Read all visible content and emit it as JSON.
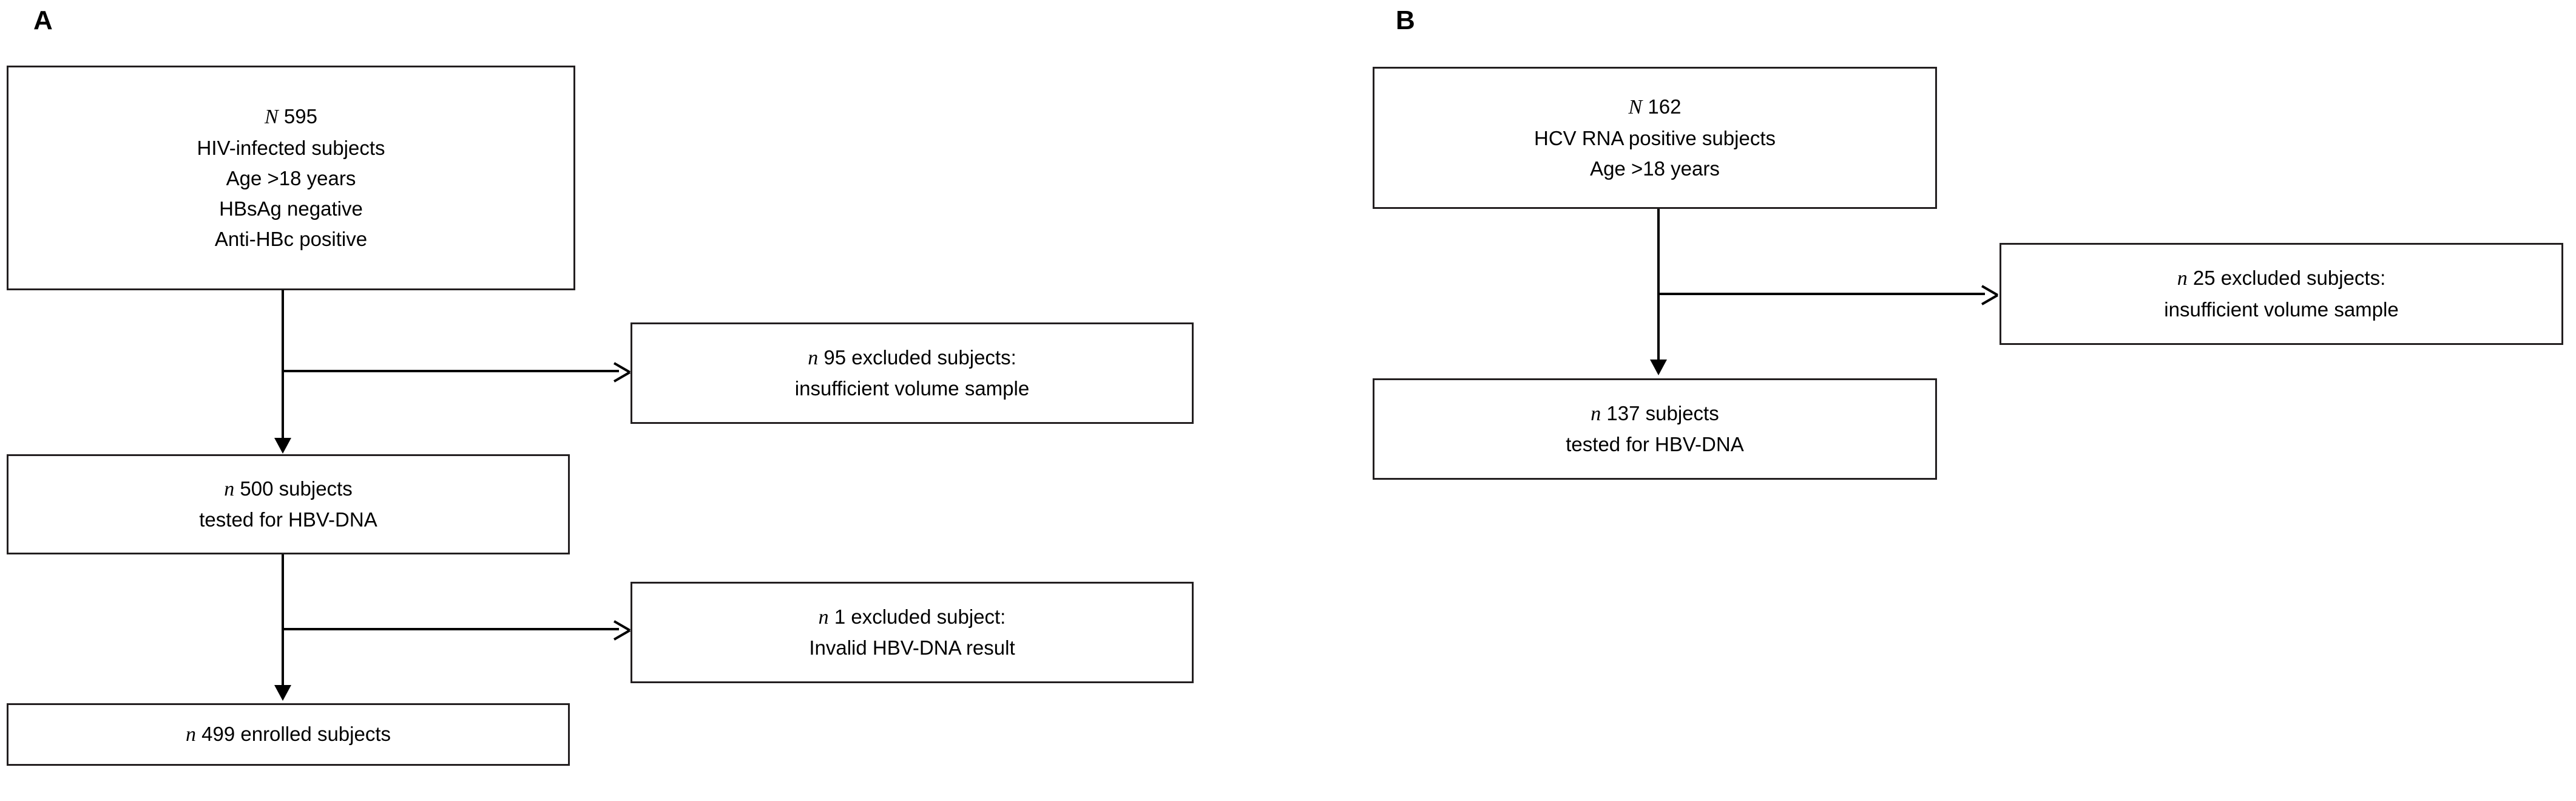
{
  "figure": {
    "type": "flowchart",
    "panels": [
      {
        "id": "A",
        "label": "A",
        "nodes": [
          {
            "id": "a-enrollment-criteria",
            "name": "enrollment-criteria-box",
            "lines": [
              {
                "italic": "N",
                "text": " 595"
              },
              {
                "italic": "",
                "text": "HIV-infected subjects"
              },
              {
                "italic": "",
                "text": "Age >18 years"
              },
              {
                "italic": "",
                "text": "HBsAg negative"
              },
              {
                "italic": "",
                "text": "Anti-HBc positive"
              }
            ]
          },
          {
            "id": "a-excluded-insufficient-volume",
            "name": "excluded-insufficient-volume-box",
            "lines": [
              {
                "italic": "n",
                "text": " 95 excluded subjects:"
              },
              {
                "italic": "",
                "text": "insufficient volume sample"
              }
            ]
          },
          {
            "id": "a-tested-hbv-dna",
            "name": "tested-for-hbv-dna-box",
            "lines": [
              {
                "italic": "n",
                "text": " 500 subjects"
              },
              {
                "italic": "",
                "text": "tested for HBV-DNA"
              }
            ]
          },
          {
            "id": "a-excluded-invalid-result",
            "name": "excluded-invalid-result-box",
            "lines": [
              {
                "italic": "n",
                "text": " 1 excluded subject:"
              },
              {
                "italic": "",
                "text": "Invalid HBV-DNA result"
              }
            ]
          },
          {
            "id": "a-enrolled-subjects",
            "name": "enrolled-subjects-box",
            "lines": [
              {
                "italic": "n",
                "text": " 499 enrolled subjects"
              }
            ]
          }
        ]
      },
      {
        "id": "B",
        "label": "B",
        "nodes": [
          {
            "id": "b-enrollment-criteria",
            "name": "enrollment-criteria-box",
            "lines": [
              {
                "italic": "N",
                "text": " 162"
              },
              {
                "italic": "",
                "text": "HCV RNA positive subjects"
              },
              {
                "italic": "",
                "text": "Age >18 years"
              }
            ]
          },
          {
            "id": "b-excluded-insufficient-volume",
            "name": "excluded-insufficient-volume-box",
            "lines": [
              {
                "italic": "n",
                "text": " 25 excluded subjects:"
              },
              {
                "italic": "",
                "text": "insufficient volume sample"
              }
            ]
          },
          {
            "id": "b-tested-hbv-dna",
            "name": "tested-for-hbv-dna-box",
            "lines": [
              {
                "italic": "n",
                "text": " 137 subjects"
              },
              {
                "italic": "",
                "text": "tested for HBV-DNA"
              }
            ]
          }
        ]
      }
    ]
  },
  "colors": {
    "stroke": "#231f20",
    "background": "#ffffff",
    "text": "#000000"
  }
}
